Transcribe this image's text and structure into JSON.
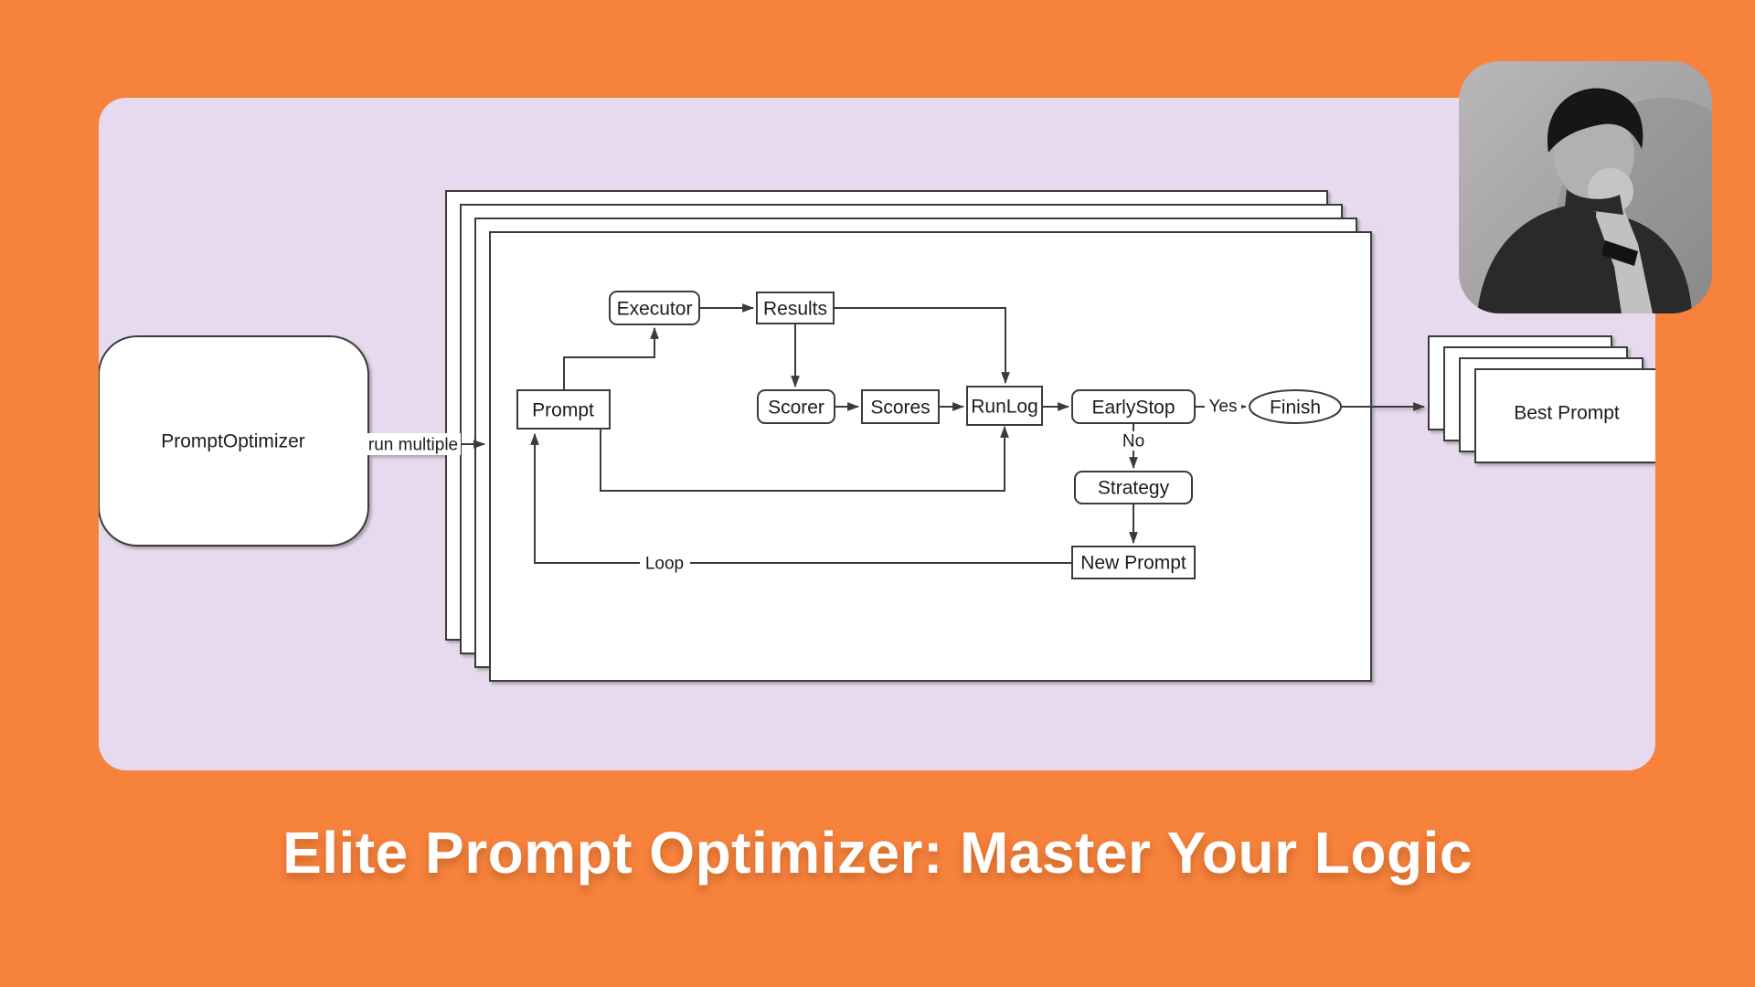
{
  "colors": {
    "bg-orange": "#F6823C",
    "panel-lavender": "#E8DAEE",
    "diagram-stroke": "#3A3A3A",
    "node-fill": "#FFFFFF",
    "title-color": "#FFFFFF"
  },
  "title": {
    "text": "Elite Prompt Optimizer: Master Your Logic"
  },
  "diagram": {
    "optimizer": {
      "label": "PromptOptimizer"
    },
    "nodes": {
      "prompt": {
        "label": "Prompt"
      },
      "executor": {
        "label": "Executor"
      },
      "results": {
        "label": "Results"
      },
      "scorer": {
        "label": "Scorer"
      },
      "scores": {
        "label": "Scores"
      },
      "runlog": {
        "label": "RunLog"
      },
      "earlystop": {
        "label": "EarlyStop"
      },
      "finish": {
        "label": "Finish"
      },
      "strategy": {
        "label": "Strategy"
      },
      "new_prompt": {
        "label": "New Prompt"
      }
    },
    "output": {
      "label": "Best Prompt"
    },
    "edge_labels": {
      "run_multiple": "run multiple",
      "yes": "Yes",
      "no": "No",
      "loop": "Loop"
    }
  },
  "photo": {
    "description": "grayscale portrait, man resting chin on fist"
  }
}
